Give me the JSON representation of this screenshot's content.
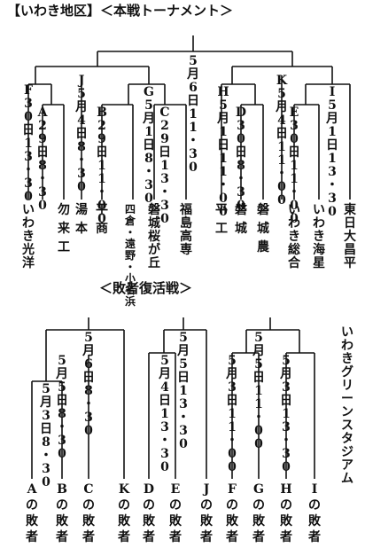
{
  "main_header": "【いわき地区】＜本戦トーナメント＞",
  "consolation_header": "＜敗者復活戦＞",
  "venue": "いわきグリーンスタジアム",
  "final": "5月6日11・30",
  "main_matches": [
    {
      "id": "F",
      "text": "F30日13・30"
    },
    {
      "id": "A",
      "text": "A29日8・30"
    },
    {
      "id": "J",
      "text": "J5月4日8・30"
    },
    {
      "id": "B",
      "text": "B29日11・00"
    },
    {
      "id": "G",
      "text": "G5月1日8・30"
    },
    {
      "id": "C",
      "text": "C29日13・30"
    },
    {
      "id": "H",
      "text": "H5月1日11・00"
    },
    {
      "id": "D",
      "text": "D30日8・30"
    },
    {
      "id": "K",
      "text": "K5月4日11・00"
    },
    {
      "id": "E",
      "text": "E30日11・00"
    },
    {
      "id": "I",
      "text": "I5月1日13・30"
    }
  ],
  "teams": [
    "いわき光洋",
    "勿来工",
    "湯本",
    "平商",
    "四倉・遠野・小名浜",
    "磐城桜が丘",
    "福島高専",
    "平工",
    "磐城",
    "磐城農",
    "いわき総合",
    "いわき海星",
    "東日大昌平"
  ],
  "consolation_matches": [
    {
      "text": "5月3日8・30"
    },
    {
      "text": "5月5日8・30"
    },
    {
      "text": "5月6日8・30"
    },
    {
      "text": "5月4日13・30"
    },
    {
      "text": "5月5日13・30"
    },
    {
      "text": "5月3日11・00"
    },
    {
      "text": "5月5日11・00"
    },
    {
      "text": "5月3日13・30"
    }
  ],
  "losers": [
    "Aの敗者",
    "Bの敗者",
    "Cの敗者",
    "Kの敗者",
    "Dの敗者",
    "Eの敗者",
    "Jの敗者",
    "Fの敗者",
    "Gの敗者",
    "Hの敗者",
    "Iの敗者"
  ]
}
